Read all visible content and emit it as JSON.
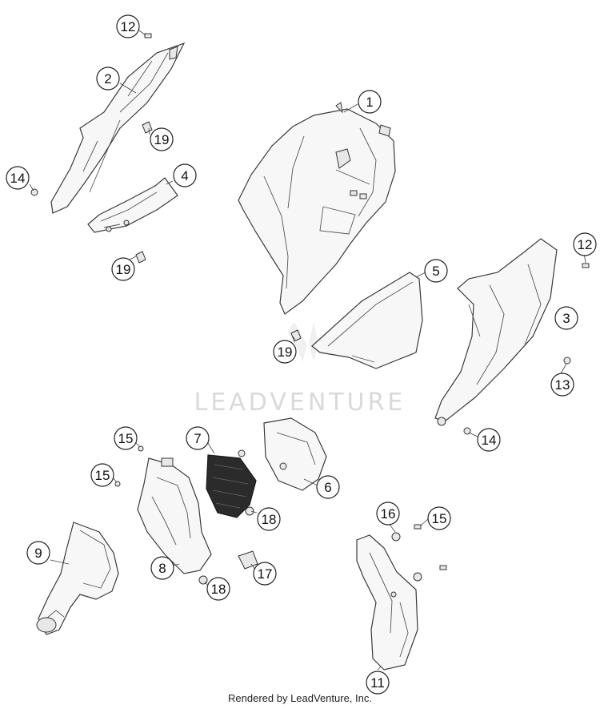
{
  "watermark": "LEADVENTURE",
  "footer": "Rendered by LeadVenture, Inc.",
  "callouts": {
    "c12a": "12",
    "c2": "2",
    "c19a": "19",
    "c14a": "14",
    "c4": "4",
    "c19b": "19",
    "c1": "1",
    "c12b": "12",
    "c5": "5",
    "c3": "3",
    "c19c": "19",
    "c13": "13",
    "c14b": "14",
    "c15a": "15",
    "c7": "7",
    "c15b": "15",
    "c6": "6",
    "c18a": "18",
    "c9": "9",
    "c8": "8",
    "c17": "17",
    "c18b": "18",
    "c16": "16",
    "c15c": "15",
    "c11": "11"
  }
}
